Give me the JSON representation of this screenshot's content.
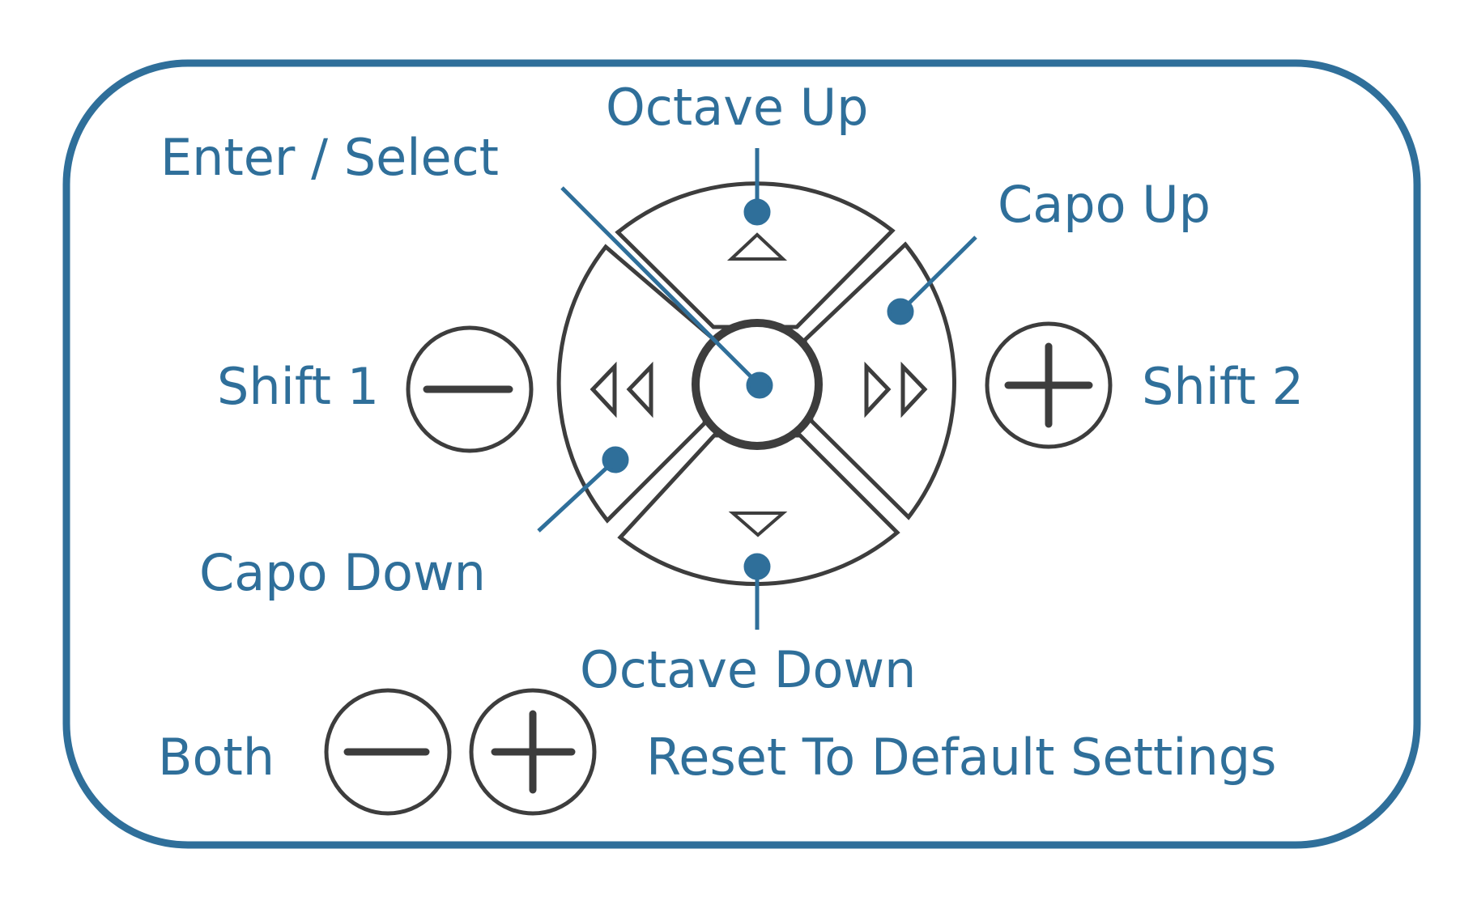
{
  "labels": {
    "octave_up": "Octave Up",
    "enter_select": "Enter / Select",
    "capo_up": "Capo Up",
    "shift1": "Shift 1",
    "shift2": "Shift 2",
    "capo_down": "Capo Down",
    "octave_down": "Octave Down",
    "both": "Both",
    "reset": "Reset To Default Settings"
  },
  "colors": {
    "accent": "#2f6f9a",
    "outline": "#3d3d3d",
    "background": "#ffffff"
  },
  "icons": {
    "octave_up": "triangle-up-icon",
    "octave_down": "triangle-down-icon",
    "capo_up": "fast-forward-icon",
    "capo_down": "rewind-icon",
    "shift1": "minus-icon",
    "shift2": "plus-icon"
  }
}
